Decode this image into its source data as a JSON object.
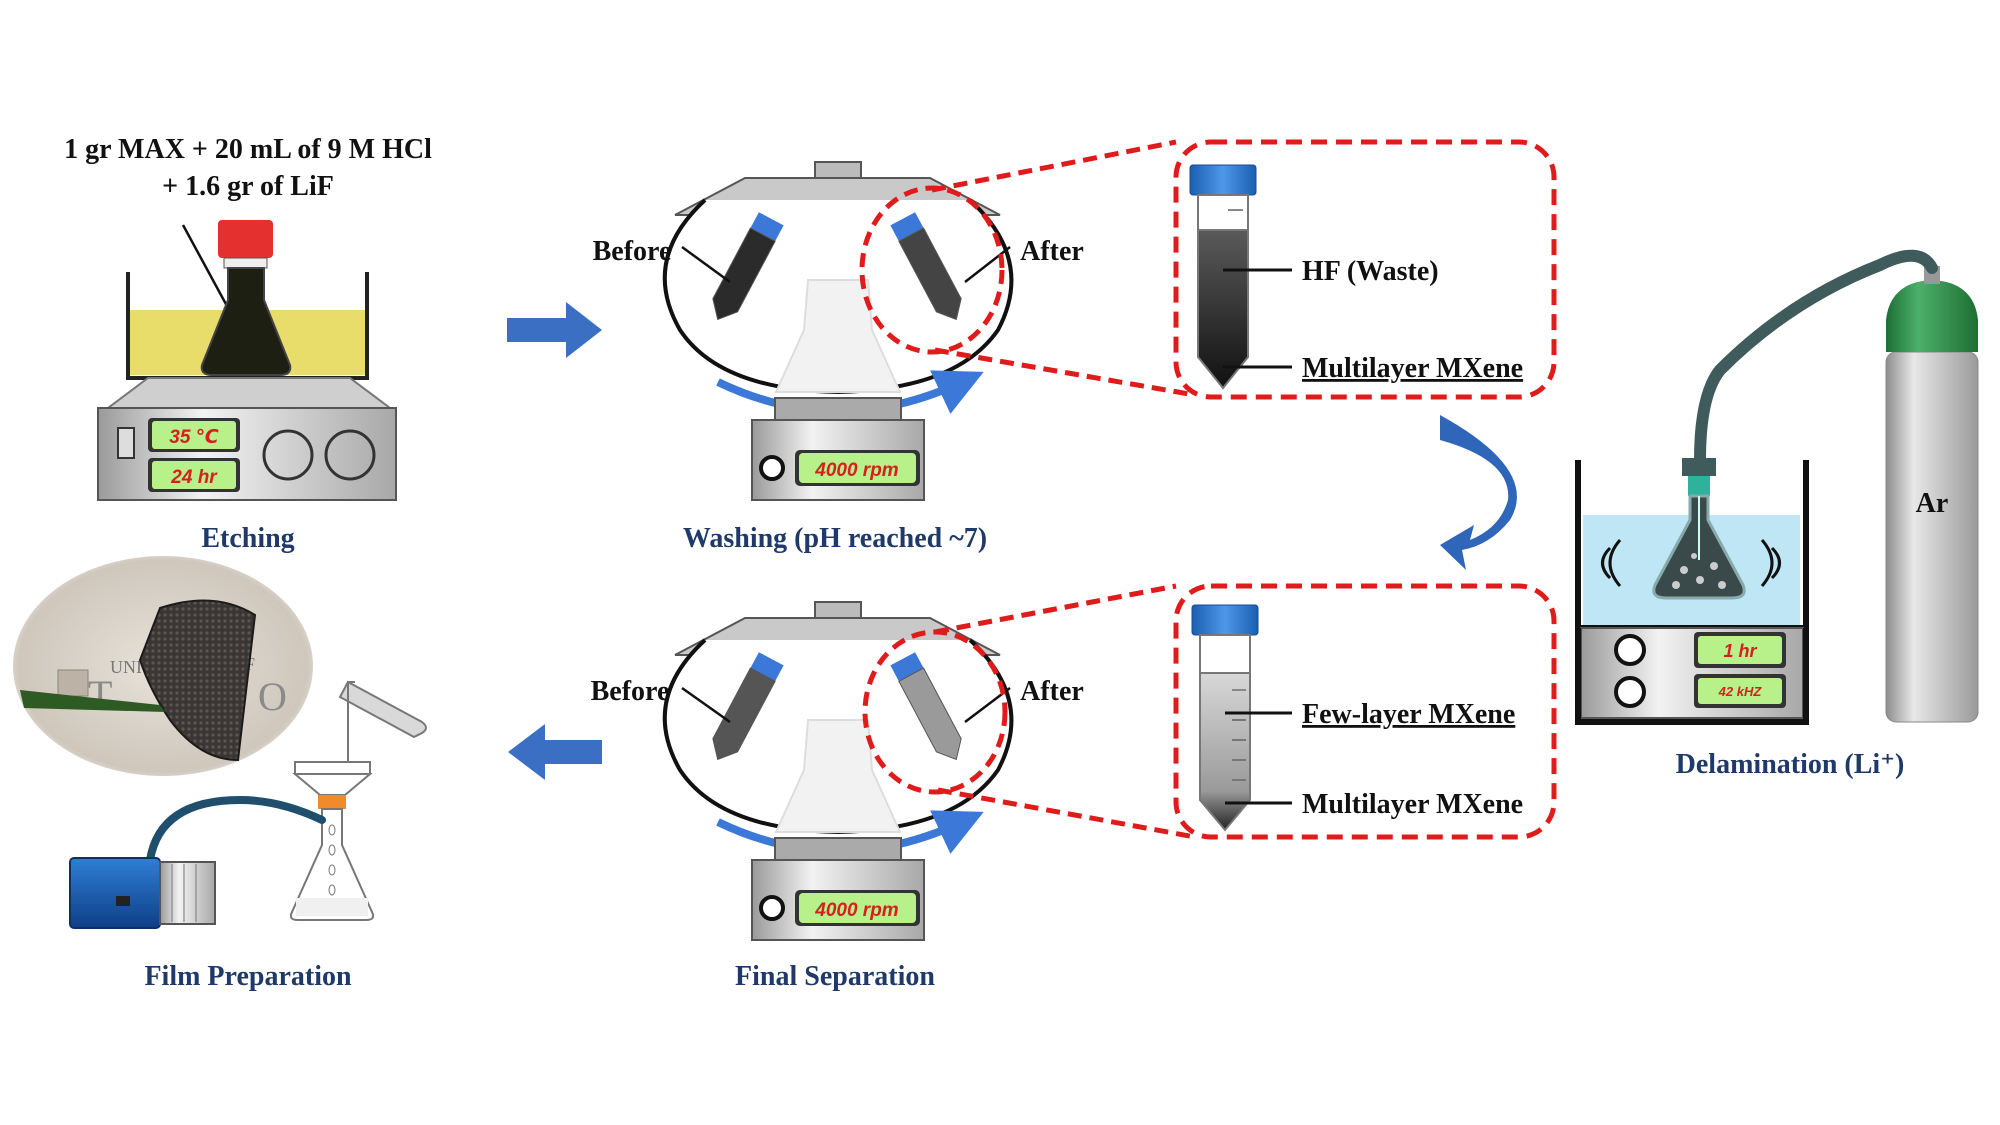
{
  "etching": {
    "recipe_line1": "1 gr MAX + 20 mL of  9 M HCl",
    "recipe_line2": "+ 1.6 gr of LiF",
    "temp_display": "35 ℃",
    "time_display": "24 hr",
    "caption": "Etching"
  },
  "washing": {
    "before_label": "Before",
    "after_label": "After",
    "rpm_display": "4000 rpm",
    "caption": "Washing (pH reached ~7)",
    "tube_top_label": "HF (Waste)",
    "tube_bottom_label": "Multilayer MXene"
  },
  "delamination": {
    "gas_label": "Ar",
    "time_display": "1 hr",
    "freq_display": "42 kHZ",
    "caption": "Delamination (Li⁺)"
  },
  "final_separation": {
    "before_label": "Before",
    "after_label": "After",
    "rpm_display": "4000 rpm",
    "caption": "Final Separation",
    "tube_top_label": "Few-layer MXene",
    "tube_bottom_label": "Multilayer MXene"
  },
  "film": {
    "caption": "Film Preparation",
    "photo_text_1": "UNIV",
    "photo_text_2": "OF",
    "photo_text_3": "T",
    "photo_text_4": "O"
  },
  "colors": {
    "caption": "#1f3a68",
    "arrow": "#3b6fc4",
    "zoom_box": "#e01b1b",
    "display_bg": "#b8f08a",
    "display_text": "#d62020"
  }
}
